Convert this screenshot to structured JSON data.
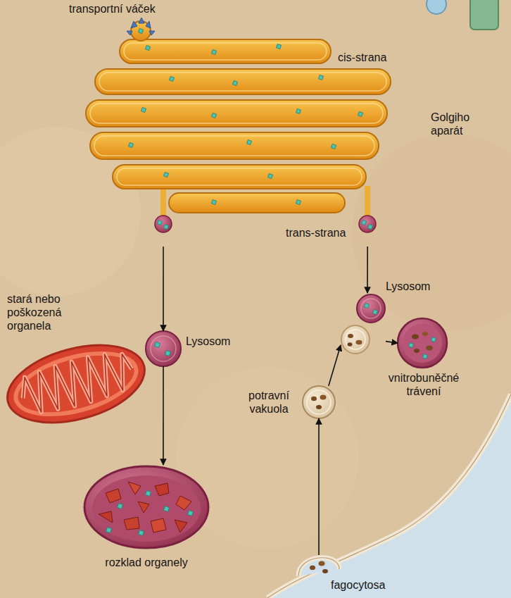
{
  "diagram": {
    "nodes": [
      {
        "text": [
          "Golgiho aparát"
        ]
      },
      {
        "text": [
          "Lysosom"
        ]
      },
      {
        "text": [
          "stará nebo poškozená organela"
        ]
      },
      {
        "text": [
          "Lysosom"
        ]
      },
      {
        "text": [
          "potravní vakuola"
        ]
      },
      {
        "text": [
          "vnitrobuněčné trávení"
        ]
      },
      {
        "text": [
          "rozklad organely"
        ]
      },
      {
        "text": [
          "fagocytosa"
        ]
      }
    ],
    "edges": [
      {
        "from": 0,
        "to": 1,
        "arrow": "to"
      },
      {
        "from": 0,
        "to": 3,
        "arrow": "to"
      },
      {
        "from": 1,
        "to": 6,
        "arrow": "to"
      },
      {
        "from": 7,
        "to": 4,
        "arrow": "to"
      },
      {
        "from": 4,
        "to": 3,
        "arrow": "to"
      },
      {
        "from": 3,
        "to": 5,
        "arrow": "to"
      }
    ],
    "labels": [
      "transportní váček",
      "cis-strana",
      "trans-strana"
    ]
  }
}
